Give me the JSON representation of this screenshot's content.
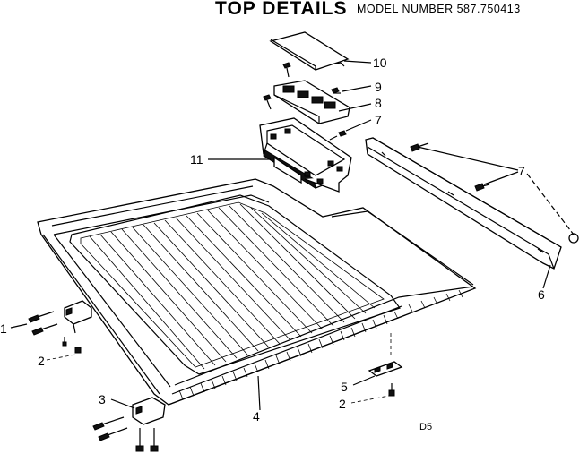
{
  "header": {
    "title": "TOP DETAILS",
    "model": "MODEL NUMBER  587.750413"
  },
  "callouts": [
    {
      "id": "c10",
      "label": "10"
    },
    {
      "id": "c9",
      "label": "9"
    },
    {
      "id": "c8",
      "label": "8"
    },
    {
      "id": "c7a",
      "label": "7"
    },
    {
      "id": "c11",
      "label": "11"
    },
    {
      "id": "c7b",
      "label": "7"
    },
    {
      "id": "c6",
      "label": "6"
    },
    {
      "id": "c1",
      "label": "1"
    },
    {
      "id": "c2a",
      "label": "2"
    },
    {
      "id": "c3",
      "label": "3"
    },
    {
      "id": "c4",
      "label": "4"
    },
    {
      "id": "c5",
      "label": "5"
    },
    {
      "id": "c2b",
      "label": "2"
    }
  ],
  "footer": {
    "page_code": "D5"
  }
}
